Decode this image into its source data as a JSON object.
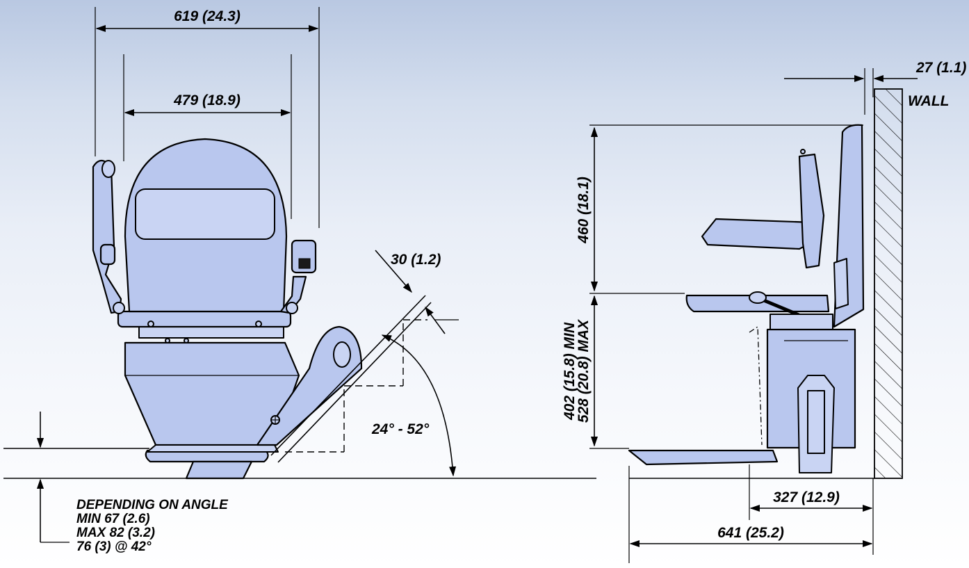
{
  "front_view": {
    "overall_width": "619 (24.3)",
    "seat_width": "479 (18.9)",
    "fold_depth": "30 (1.2)",
    "angle_range": "24° - 52°",
    "floor_clearance_note": [
      "DEPENDING ON ANGLE",
      "MIN 67 (2.6)",
      "MAX 82 (3.2)",
      "76 (3) @ 42°"
    ]
  },
  "side_view": {
    "wall_gap": "27 (1.1)",
    "wall_label": "WALL",
    "back_height": "460 (18.1)",
    "seat_height_min": "402 (15.8) MIN",
    "seat_height_max": "528 (20.8) MAX",
    "rail_depth": "327 (12.9)",
    "overall_depth": "641 (25.2)"
  },
  "colors": {
    "chair_fill": "#b9c7ee",
    "background_top": "#b9c8e2",
    "background_bottom": "#ffffff",
    "line": "#000000"
  }
}
